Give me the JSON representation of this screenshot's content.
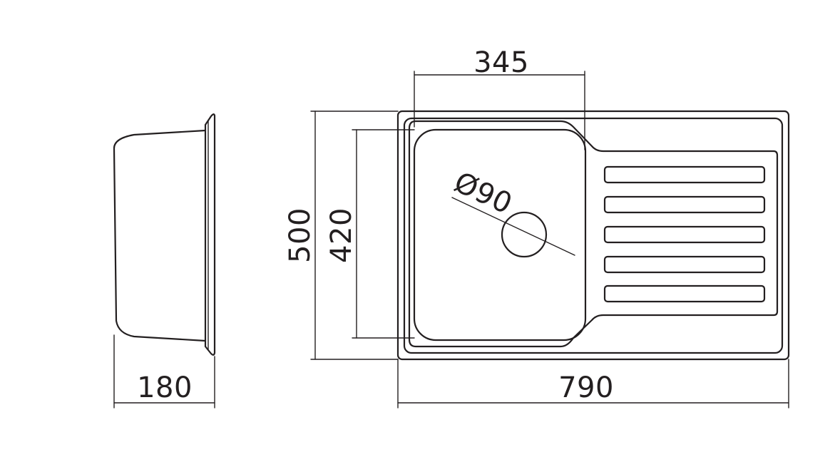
{
  "dimensions": {
    "depth": "180",
    "total_length": "790",
    "total_width": "500",
    "bowl_width": "420",
    "bowl_length": "345",
    "drain_diameter": "Ø90"
  },
  "colors": {
    "line": "#231f20",
    "background": "#ffffff"
  }
}
